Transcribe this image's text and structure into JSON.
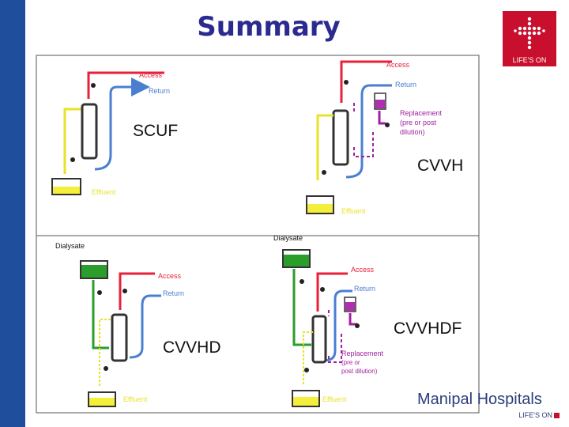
{
  "title": "Summary",
  "logo": {
    "tagline": "LIFE'S ON",
    "color": "#c8102e"
  },
  "brand": {
    "name": "Manipal Hospitals",
    "tagline": "LIFE'S ON"
  },
  "colors": {
    "access": "#e8203a",
    "return": "#4a7fd0",
    "effluent": "#e9e22a",
    "replacement": "#a020a0",
    "dialysate": "#2a9d2a",
    "filter": "#333333"
  },
  "panels": {
    "scuf": {
      "name": "SCUF",
      "access": "Access",
      "return": "Return",
      "effluent": "Effluent"
    },
    "cvvh": {
      "name": "CVVH",
      "access": "Access",
      "return": "Return",
      "replacement": "Replacement (pre or post dilution)",
      "effluent": "Effluent"
    },
    "cvvhd": {
      "name": "CVVHD",
      "dialysate": "Dialysate",
      "access": "Access",
      "return": "Return",
      "effluent": "Effluent"
    },
    "cvvhdf": {
      "name": "CVVHDF",
      "dialysate": "Dialysate",
      "access": "Access",
      "return": "Return",
      "replacement": "Replacement (pre or post dilution)",
      "effluent": "Effluent"
    }
  },
  "replacement_lines": {
    "cvvh": [
      "Replacement",
      "(pre or post",
      "dilution)"
    ],
    "cvvhdf": [
      "Replacement",
      "(pre or",
      "post dilution)"
    ]
  }
}
